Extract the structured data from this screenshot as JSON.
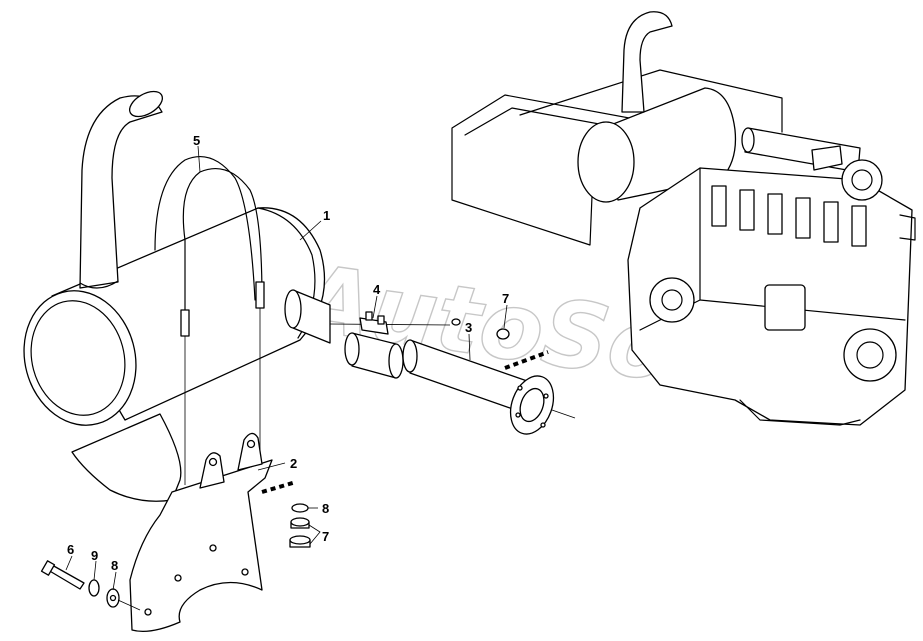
{
  "watermark": "AutoSoft",
  "callouts": [
    {
      "id": "callout-1",
      "text": "1"
    },
    {
      "id": "callout-2",
      "text": "2"
    },
    {
      "id": "callout-3",
      "text": "3"
    },
    {
      "id": "callout-4",
      "text": "4"
    },
    {
      "id": "callout-5",
      "text": "5"
    },
    {
      "id": "callout-6",
      "text": "6"
    },
    {
      "id": "callout-7-top",
      "text": "7"
    },
    {
      "id": "callout-7-bottom",
      "text": "7"
    },
    {
      "id": "callout-8-right",
      "text": "8"
    },
    {
      "id": "callout-8-left",
      "text": "8"
    },
    {
      "id": "callout-9",
      "text": "9"
    }
  ]
}
